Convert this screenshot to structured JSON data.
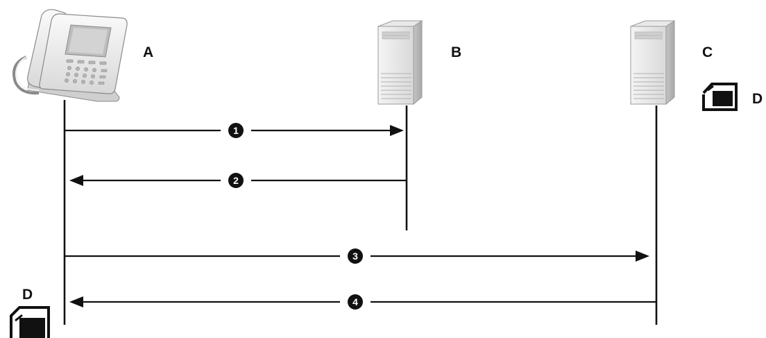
{
  "nodes": {
    "a": {
      "label": "A",
      "icon": "ip-phone-icon"
    },
    "b": {
      "label": "B",
      "icon": "server-icon"
    },
    "c": {
      "label": "C",
      "icon": "server-icon"
    }
  },
  "document_label_top": "D",
  "document_label_bottom": "D",
  "document_icon": "document-icon",
  "steps": [
    {
      "num": "1",
      "from": "A",
      "to": "B"
    },
    {
      "num": "2",
      "from": "B",
      "to": "A"
    },
    {
      "num": "3",
      "from": "A",
      "to": "C"
    },
    {
      "num": "4",
      "from": "C",
      "to": "A"
    }
  ],
  "colors": {
    "line": "#111111",
    "badge": "#111111",
    "device": "#e6e6e6",
    "device_outline": "#9a9a9a"
  }
}
